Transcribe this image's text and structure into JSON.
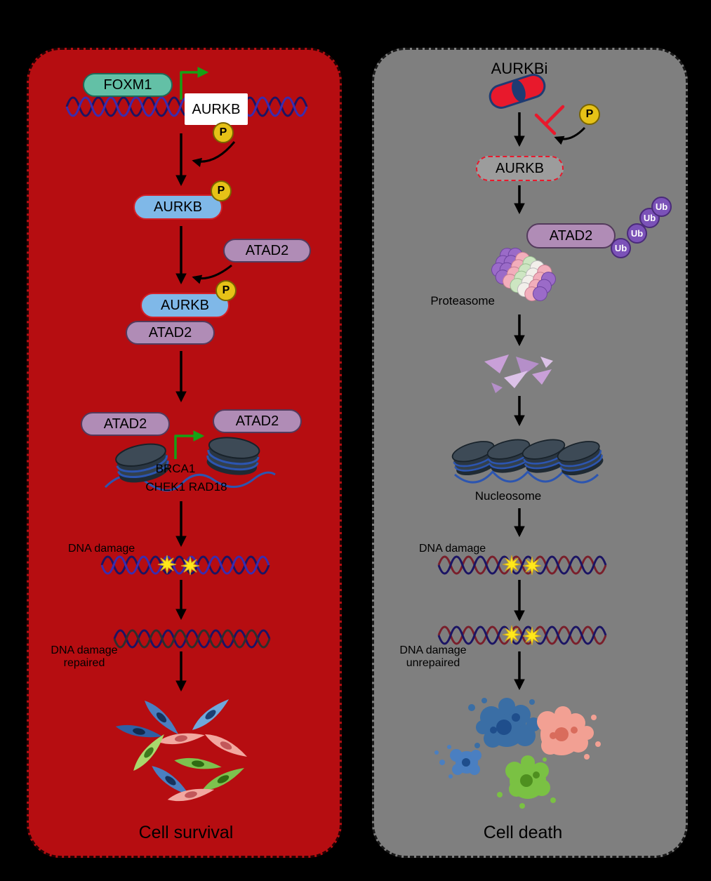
{
  "palette": {
    "background": "#000000",
    "survival_panel": "#B60D11",
    "death_panel": "#7F7F7F",
    "aurkb_fill": "#7FB8E8",
    "aurkb_border": "#D21F26",
    "aurkb_inhibited_fill": "#9C9C9C",
    "atad2_fill": "#B08CB6",
    "foxm1_fill": "#63C0A6",
    "phospho_fill": "#E6C217",
    "ubiquitin_fill": "#7B52B8",
    "green_arrow": "#15A115",
    "dna_blue": "#1B1464",
    "dna_red": "#7A1F2B",
    "damage_star": "#FFE81A"
  },
  "left_panel": {
    "foxm1": "FOXM1",
    "aurkb_gene": "AURKB",
    "aurkb": "AURKB",
    "atad2": "ATAD2",
    "phospho": "P",
    "brca1": "BRCA1",
    "chek1_rad18": "CHEK1 RAD18",
    "dna_damage": "DNA damage",
    "dna_damage_repaired": "DNA damage\nrepaired",
    "outcome": "Cell survival"
  },
  "right_panel": {
    "aurkbi": "AURKBi",
    "phospho": "P",
    "aurkb": "AURKB",
    "atad2": "ATAD2",
    "ub": "Ub",
    "proteasome": "Proteasome",
    "nucleosome": "Nucleosome",
    "dna_damage": "DNA damage",
    "dna_damage_unrepaired": "DNA damage\nunrepaired",
    "outcome": "Cell death"
  }
}
